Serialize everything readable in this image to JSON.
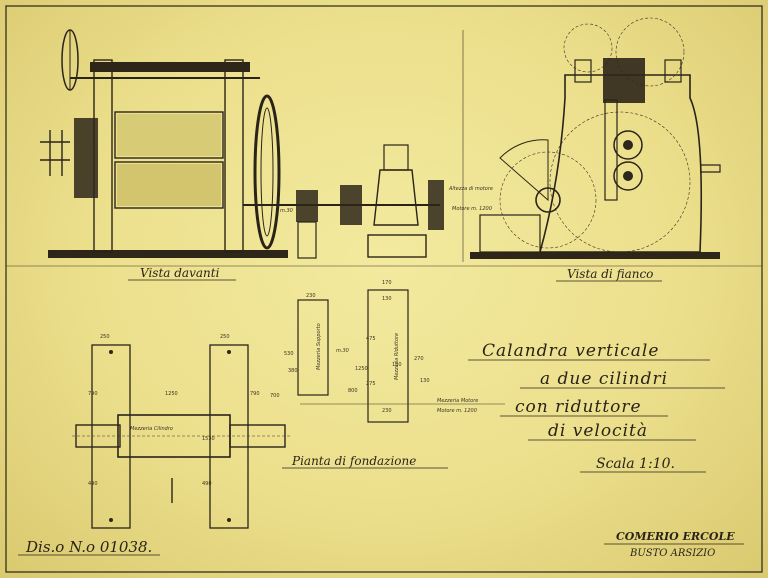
{
  "views": {
    "front_label": "Vista davanti",
    "side_label": "Vista di fianco",
    "plan_label": "Pianta di fondazione"
  },
  "title": {
    "line1": "Calandra verticale",
    "line2": "a due cilindri",
    "line3": "con riduttore",
    "line4": "di velocità",
    "scale": "Scala 1:10."
  },
  "drawing_number": "Dis.o N.o 01038.",
  "company": {
    "name": "COMERIO ERCOLE",
    "city": "BUSTO ARSIZIO"
  },
  "front_notes": {
    "motor_axis": "Altezza di motore",
    "motor_power": "Motore m. 1200",
    "dim_a": "m.30"
  },
  "plan_notes": {
    "cylinder_axis": "Mezzeria Cilindro",
    "support_axis": "Mezzeria Supporto",
    "reducer_axis": "Mezzeria Riduttore",
    "motor_axis": "Mezzeria Motore",
    "motor_power": "Motore m. 1200",
    "dim_a": "m.30"
  },
  "dimensions": {
    "d1": "250",
    "d2": "250",
    "d3": "230",
    "d4": "170",
    "d5": "230",
    "d6": "1250",
    "d7": "700",
    "d8": "800",
    "d9": "790",
    "d10": "790",
    "d11": "1530",
    "d12": "1250",
    "d13": "490",
    "d14": "490",
    "d15": "380",
    "d16": "530",
    "d17": "475",
    "d18": "130",
    "d19": "275",
    "d20": "130",
    "d21": "270",
    "d22": "130"
  }
}
